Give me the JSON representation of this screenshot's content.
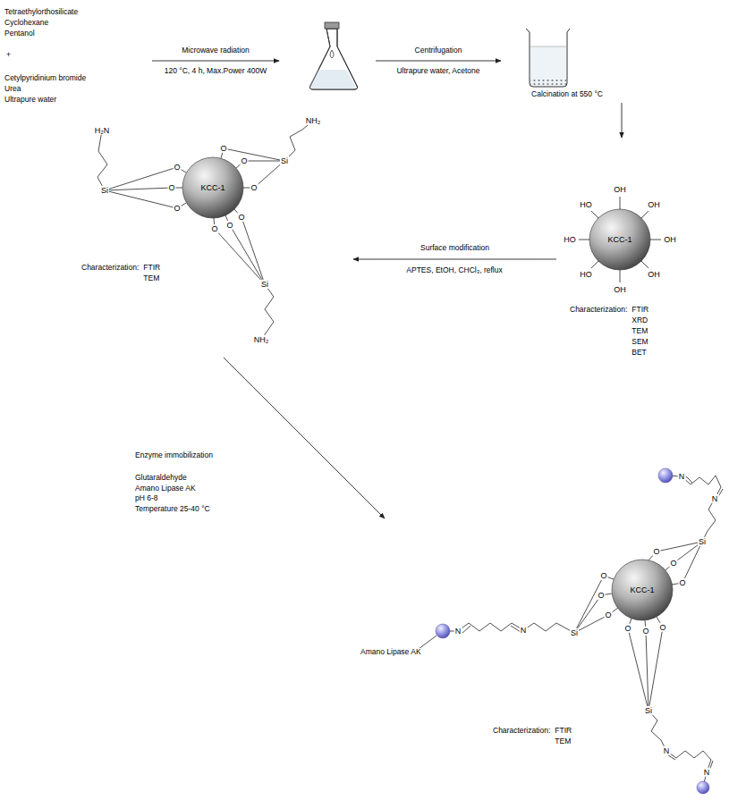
{
  "diagram": {
    "nodes": [
      {
        "text": [
          "KCC-1"
        ]
      },
      {
        "text": [
          "KCC-1"
        ]
      },
      {
        "text": [
          "KCC-1"
        ]
      }
    ],
    "edges": [
      {
        "from": 0,
        "to": 1,
        "arrow": "to",
        "label": "Surface modification"
      },
      {
        "from": 1,
        "to": 2,
        "arrow": "to"
      }
    ],
    "labels": [
      "Tetraethylorthosilicate",
      "Cyclohexane",
      "Pentanol",
      "+",
      "Cetylpyridinium bromide",
      "Urea",
      "Ultrapure water",
      "Microwave radiation",
      "120 °C, 4 h, Max.Power 400W",
      "Centrifugation",
      "Ultrapure water, Acetone",
      "Calcination at 550 °C",
      "OH",
      "HO",
      "OH",
      "HO",
      "OH",
      "HO",
      "OH",
      "OH",
      "Characterization:",
      "FTIR",
      "XRD",
      "TEM",
      "SEM",
      "BET",
      "APTES, EtOH, CHCl₃, reflux",
      "NH₂",
      "H₂N",
      "NH₂",
      "Si",
      "Si",
      "Si",
      "O",
      "O",
      "O",
      "O",
      "O",
      "O",
      "O",
      "O",
      "O",
      "Characterization:",
      "FTIR",
      "TEM",
      "Enzyme immobilization",
      "Glutaraldehyde",
      "Amano Lipase AK",
      "pH 6-8",
      "Temperature 25-40 °C",
      "Amano Lipase AK",
      "Si",
      "Si",
      "Si",
      "O",
      "O",
      "O",
      "O",
      "O",
      "O",
      "O",
      "O",
      "O",
      "N",
      "N",
      "N",
      "N",
      "N",
      "N",
      "Characterization:",
      "FTIR",
      "TEM"
    ]
  }
}
